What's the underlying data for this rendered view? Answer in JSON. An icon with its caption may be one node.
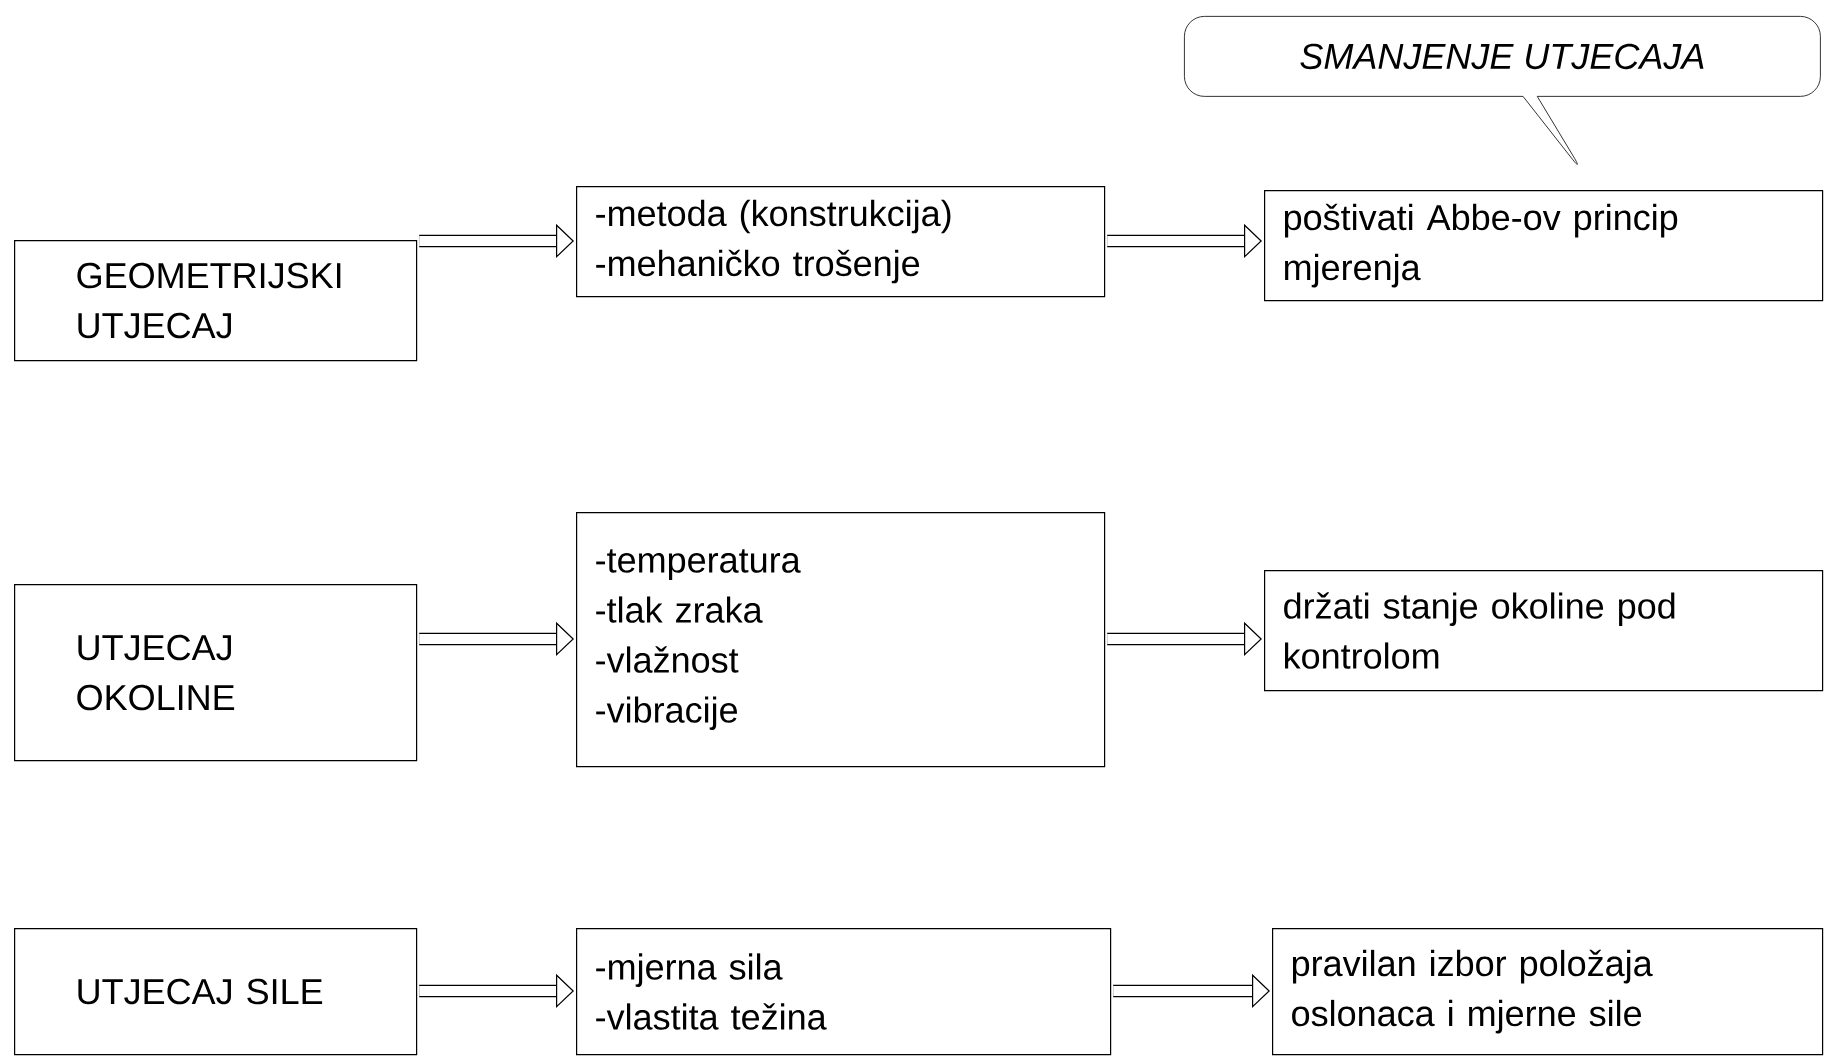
{
  "diagram": {
    "nodes": [
      {
        "text": [
          "SMANJENJE UTJECAJA"
        ]
      },
      {
        "text": [
          "GEOMETRIJSKI UTJECAJ"
        ]
      },
      {
        "text": [
          "-metoda (konstrukcija)",
          "-mehaničko trošenje"
        ]
      },
      {
        "text": [
          "poštivati Abbe-ov princip mjerenja"
        ]
      },
      {
        "text": [
          "UTJECAJ OKOLINE"
        ]
      },
      {
        "text": [
          "-temperatura",
          "-tlak zraka",
          "-vlažnost",
          "-vibracije"
        ]
      },
      {
        "text": [
          "držati stanje okoline pod kontrolom"
        ]
      },
      {
        "text": [
          "UTJECAJ SILE"
        ]
      },
      {
        "text": [
          "-mjerna sila",
          "-vlastita težina"
        ]
      },
      {
        "text": [
          "pravilan izbor položaja oslonaca i mjerne sile"
        ]
      }
    ],
    "edges": [
      {
        "from": 1,
        "to": 2,
        "arrow": "to"
      },
      {
        "from": 2,
        "to": 3,
        "arrow": "to"
      },
      {
        "from": 4,
        "to": 5,
        "arrow": "to"
      },
      {
        "from": 5,
        "to": 6,
        "arrow": "to"
      },
      {
        "from": 7,
        "to": 8,
        "arrow": "to"
      },
      {
        "from": 8,
        "to": 9,
        "arrow": "to"
      }
    ]
  }
}
